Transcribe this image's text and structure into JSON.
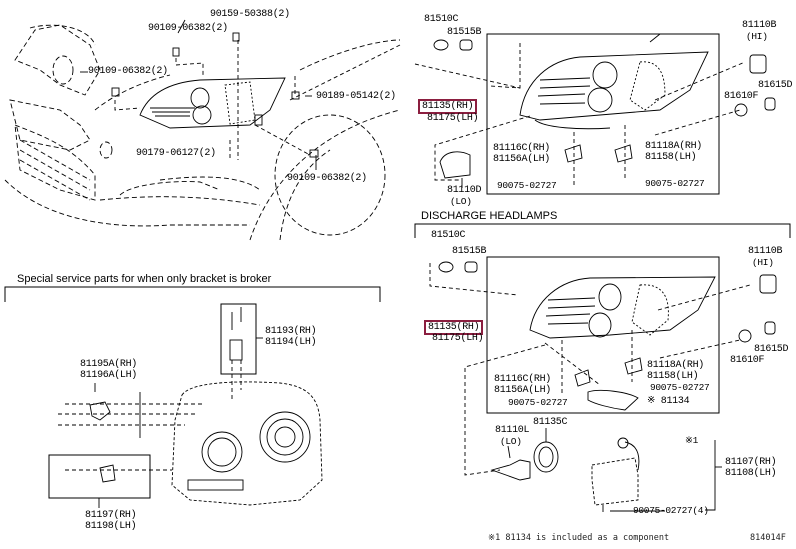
{
  "diagram": {
    "sections": {
      "discharge_title": "DISCHARGE HEADLAMPS",
      "bracket_title": "Special service parts for when only bracket is broker"
    },
    "vehicle_view": {
      "labels": {
        "bolt_top": "90159-50388(2)",
        "screw_a": "90109-06382(2)",
        "screw_b": "90109-06382(2)",
        "clip_right": "90189-05142(2)",
        "screw_lower": "90179-06127(2)",
        "screw_fender": "90109-06382(2)"
      }
    },
    "halogen": {
      "labels": {
        "socket": "81510C",
        "bulb_side": "81515B",
        "hi_bulb": "81110B",
        "hi_tag": "(HI)",
        "lamp_rh": "81135(RH)",
        "lamp_lh": "81175(LH)",
        "socket_side": "81615D",
        "cap": "81610F",
        "bracket_a_rh": "81116C(RH)",
        "bracket_a_lh": "81156A(LH)",
        "bracket_b_rh": "81118A(RH)",
        "bracket_b_lh": "81158(LH)",
        "screw_left": "90075-02727",
        "screw_right": "90075-02727",
        "lo_bulb": "81110D",
        "lo_tag": "(LO)"
      }
    },
    "discharge": {
      "labels": {
        "socket": "81510C",
        "bulb_side": "81515B",
        "hi_bulb": "81110B",
        "hi_tag": "(HI)",
        "lamp_rh": "81135(RH)",
        "lamp_lh": "81175(LH)",
        "socket_side": "81615D",
        "cap": "81610F",
        "bracket_a_rh": "81116C(RH)",
        "bracket_a_lh": "81156A(LH)",
        "bracket_b_rh": "81118A(RH)",
        "bracket_b_lh": "81158(LH)",
        "screw_right": "90075-02727",
        "screw_left": "90075-02727",
        "cover_mark": "※ 81134",
        "cover_cap": "81135C",
        "lo_bulb": "81110L",
        "lo_tag": "(LO)",
        "ballast_mark": "※1",
        "ballast_rh": "81107(RH)",
        "ballast_lh": "81108(LH)",
        "ballast_screw": "90075-02727(4)"
      }
    },
    "bracket_kit": {
      "labels": {
        "upper_rh": "81193(RH)",
        "upper_lh": "81194(LH)",
        "side_rh": "81195A(RH)",
        "side_lh": "81196A(LH)",
        "lower_rh": "81197(RH)",
        "lower_lh": "81198(LH)"
      }
    },
    "footnote": "※1 81134  is included as a component",
    "figure_code": "814014F",
    "highlight_color": "#8b1e3f"
  }
}
